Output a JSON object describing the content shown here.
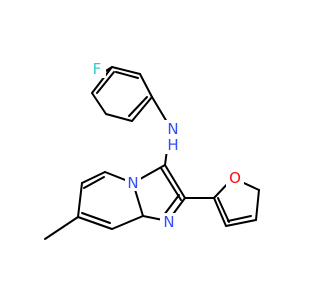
{
  "molecule": {
    "atoms": {
      "F": {
        "symbol": "F",
        "color": "#33cccc"
      },
      "N_amine": {
        "symbol": "N",
        "color": "#3050f8"
      },
      "H_amine": {
        "symbol": "H",
        "color": "#3050f8"
      },
      "N_bridge": {
        "symbol": "N",
        "color": "#3050f8"
      },
      "N_ring": {
        "symbol": "N",
        "color": "#3050f8"
      },
      "O_furan": {
        "symbol": "O",
        "color": "#ff0d0d"
      }
    },
    "bond_color": "#000000"
  }
}
